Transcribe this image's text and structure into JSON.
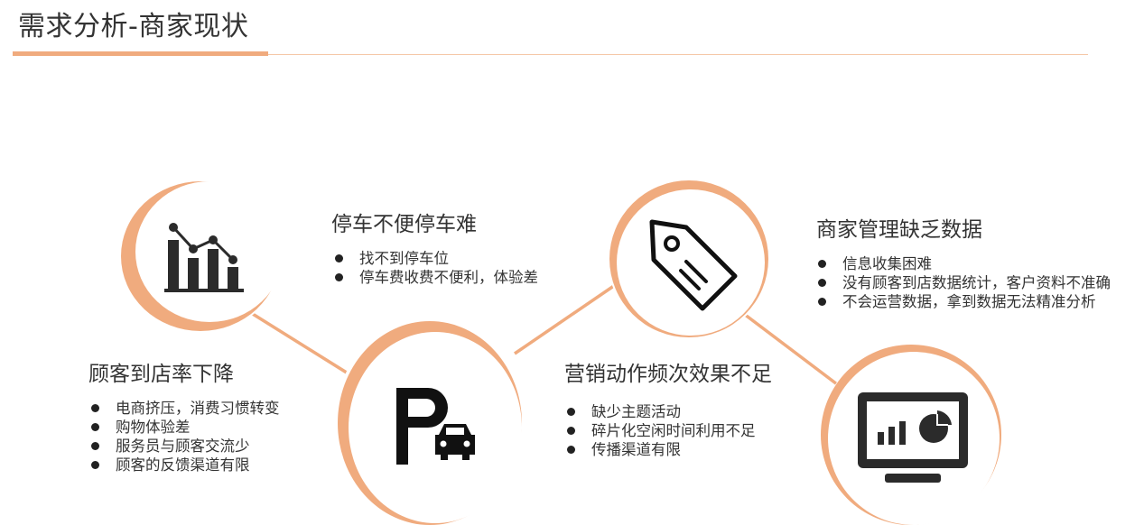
{
  "page": {
    "title": "需求分析-商家现状"
  },
  "colors": {
    "accent": "#f0ab7e",
    "icon": "#2b2b2b"
  },
  "sections": [
    {
      "heading": "顾客到店率下降",
      "icon": "chart-icon",
      "bullets": [
        "电商挤压，消费习惯转变",
        "购物体验差",
        "服务员与顾客交流少",
        "顾客的反馈渠道有限"
      ]
    },
    {
      "heading": "停车不便停车难",
      "icon": "parking-car-icon",
      "bullets": [
        "找不到停车位",
        "停车费收费不便利，体验差"
      ]
    },
    {
      "heading": "营销动作频次效果不足",
      "icon": "price-tag-icon",
      "bullets": [
        "缺少主题活动",
        "碎片化空闲时间利用不足",
        "传播渠道有限"
      ]
    },
    {
      "heading": "商家管理缺乏数据",
      "icon": "monitor-chart-icon",
      "bullets": [
        "信息收集困难",
        "没有顾客到店数据统计，客户资料不准确",
        "不会运营数据，拿到数据无法精准分析"
      ]
    }
  ]
}
